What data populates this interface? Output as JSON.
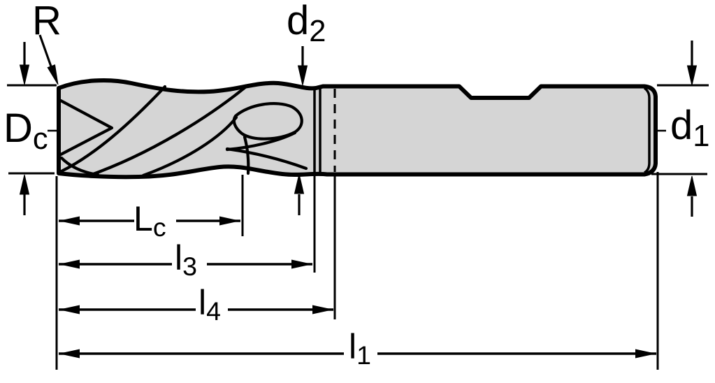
{
  "drawing": {
    "type": "technical-dimension-drawing",
    "subject": "end-mill-side-view"
  },
  "colors": {
    "line": "#000000",
    "body_fill": "#d5d5d5",
    "background": "#ffffff"
  },
  "labels": {
    "radius": {
      "base": "R",
      "sub": ""
    },
    "d2": {
      "base": "d",
      "sub": "2"
    },
    "dc": {
      "base": "D",
      "sub": "c"
    },
    "d1": {
      "base": "d",
      "sub": "1"
    },
    "lc": {
      "base": "L",
      "sub": "c"
    },
    "l3": {
      "base": "l",
      "sub": "3"
    },
    "l4": {
      "base": "l",
      "sub": "4"
    },
    "l1": {
      "base": "l",
      "sub": "1"
    }
  }
}
